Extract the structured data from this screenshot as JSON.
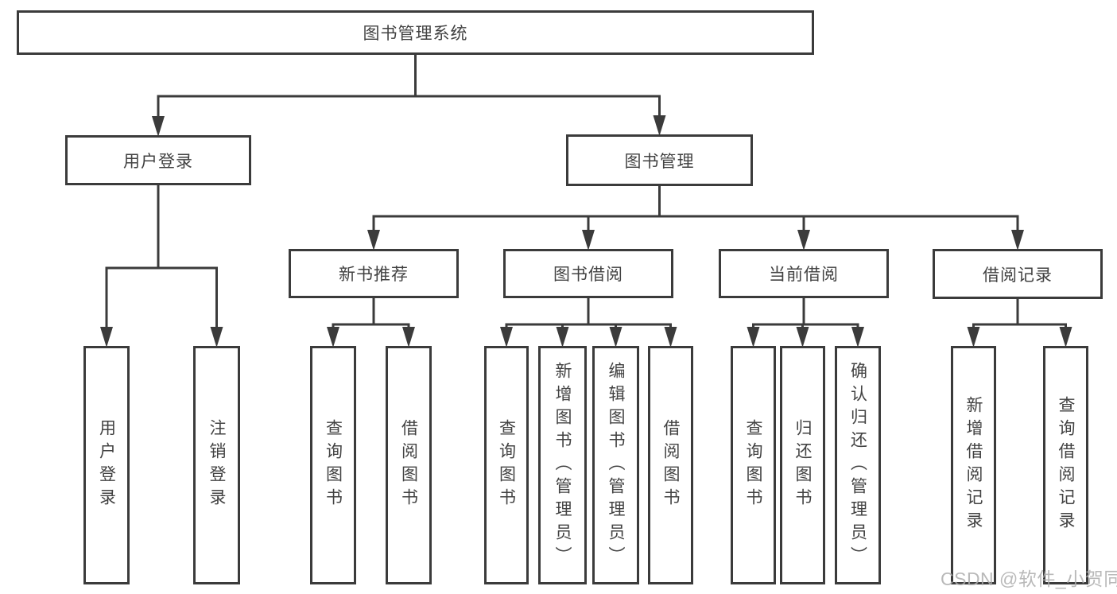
{
  "diagram": {
    "line_color": "#3b3b3b",
    "nodes": [
      {
        "id": "root",
        "label": "图书管理系统",
        "parent": null
      },
      {
        "id": "user-login-group",
        "label": "用户登录",
        "parent": "root"
      },
      {
        "id": "book-mgmt",
        "label": "图书管理",
        "parent": "root"
      },
      {
        "id": "new-book-rec",
        "label": "新书推荐",
        "parent": "book-mgmt"
      },
      {
        "id": "book-borrow",
        "label": "图书借阅",
        "parent": "book-mgmt"
      },
      {
        "id": "current-borrow",
        "label": "当前借阅",
        "parent": "book-mgmt"
      },
      {
        "id": "borrow-records",
        "label": "借阅记录",
        "parent": "book-mgmt"
      },
      {
        "id": "user-login",
        "label": "用户登录",
        "parent": "user-login-group"
      },
      {
        "id": "logout-login",
        "label": "注销登录",
        "parent": "user-login-group"
      },
      {
        "id": "nb-query-books",
        "label": "查询图书",
        "parent": "new-book-rec"
      },
      {
        "id": "nb-borrow-books",
        "label": "借阅图书",
        "parent": "new-book-rec"
      },
      {
        "id": "bb-query-books",
        "label": "查询图书",
        "parent": "book-borrow"
      },
      {
        "id": "bb-add-books",
        "label": "新增图书（管理员）",
        "parent": "book-borrow"
      },
      {
        "id": "bb-edit-books",
        "label": "编辑图书（管理员）",
        "parent": "book-borrow"
      },
      {
        "id": "bb-borrow-books",
        "label": "借阅图书",
        "parent": "book-borrow"
      },
      {
        "id": "cb-query-books",
        "label": "查询图书",
        "parent": "current-borrow"
      },
      {
        "id": "cb-return-books",
        "label": "归还图书",
        "parent": "current-borrow"
      },
      {
        "id": "cb-confirm-return",
        "label": "确认归还（管理员）",
        "parent": "current-borrow"
      },
      {
        "id": "br-add-record",
        "label": "新增借阅记录",
        "parent": "borrow-records"
      },
      {
        "id": "br-query-record",
        "label": "查询借阅记录",
        "parent": "borrow-records"
      }
    ]
  },
  "watermark": {
    "text": "CSDN @软件_小贺同学"
  }
}
